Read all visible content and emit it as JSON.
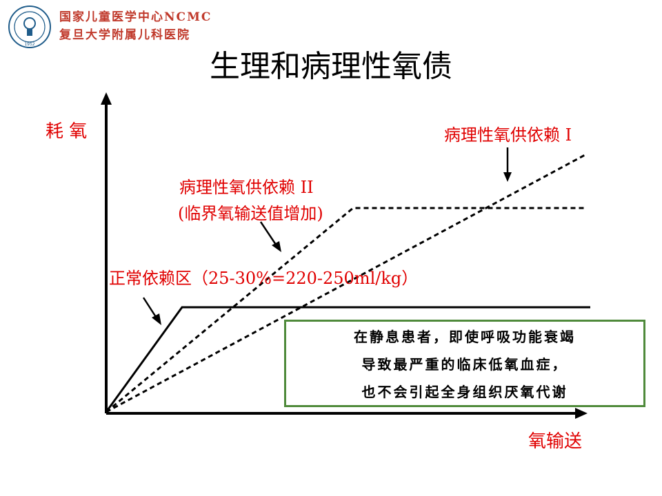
{
  "header": {
    "line1": "国家儿童医学中心NCMC",
    "line2": "复旦大学附属儿科医院"
  },
  "title": "生理和病理性氧债",
  "axes": {
    "ylabel": "耗 氧",
    "xlabel": "氧输送"
  },
  "labels": {
    "pathology_1": "病理性氧供依赖 I",
    "pathology_2_line1": "病理性氧供依赖 II",
    "pathology_2_line2": "(临界氧输送值增加)",
    "normal": "正常依赖区（25-30%=220-250ml/kg）"
  },
  "note": {
    "line1": "在静息患者，即使呼吸功能衰竭",
    "line2": "导致最严重的临床低氧血症，",
    "line3": "也不会引起全身组织厌氧代谢"
  },
  "colors": {
    "label_red": "#e00000",
    "header_red": "#c0392b",
    "box_green": "#4f8a3b"
  }
}
